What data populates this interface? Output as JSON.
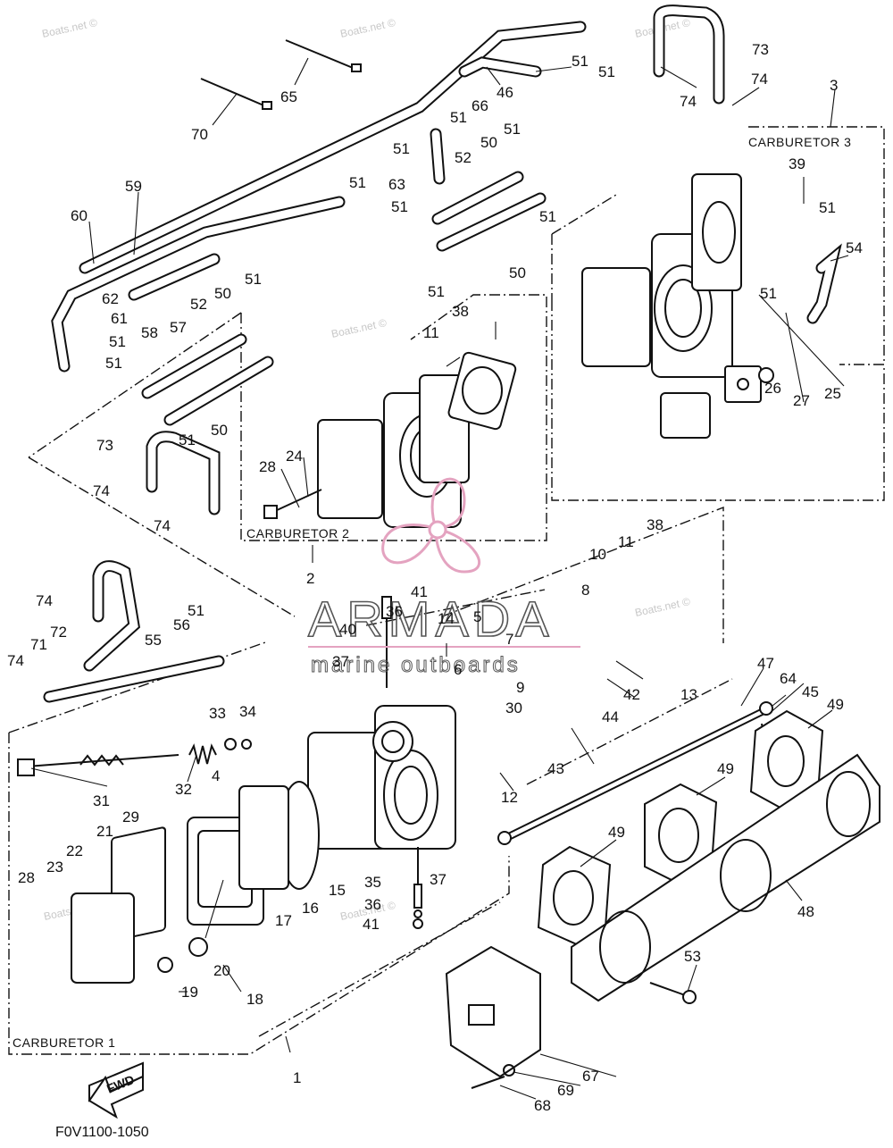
{
  "diagram_code": "F0V1100-1050",
  "watermark_text": "Boats.net ©",
  "brand": {
    "name": "ARMADA",
    "tagline": "marine outboards",
    "color": "#e4a3c0"
  },
  "groups": [
    {
      "id": "1",
      "label": "CARBURETOR 1"
    },
    {
      "id": "2",
      "label": "CARBURETOR 2"
    },
    {
      "id": "3",
      "label": "CARBURETOR 3"
    }
  ],
  "fwd_label": "FWD",
  "callouts": [
    "1",
    "2",
    "3",
    "4",
    "5",
    "6",
    "7",
    "8",
    "9",
    "10",
    "11",
    "12",
    "13",
    "14",
    "15",
    "16",
    "17",
    "18",
    "19",
    "20",
    "21",
    "22",
    "23",
    "24",
    "25",
    "26",
    "27",
    "28",
    "29",
    "30",
    "31",
    "32",
    "33",
    "34",
    "35",
    "36",
    "37",
    "38",
    "39",
    "40",
    "41",
    "42",
    "43",
    "44",
    "45",
    "46",
    "47",
    "48",
    "49",
    "50",
    "51",
    "52",
    "53",
    "54",
    "55",
    "56",
    "57",
    "58",
    "59",
    "60",
    "61",
    "62",
    "63",
    "64",
    "65",
    "66",
    "67",
    "68",
    "69",
    "70",
    "71",
    "72",
    "73",
    "74"
  ]
}
